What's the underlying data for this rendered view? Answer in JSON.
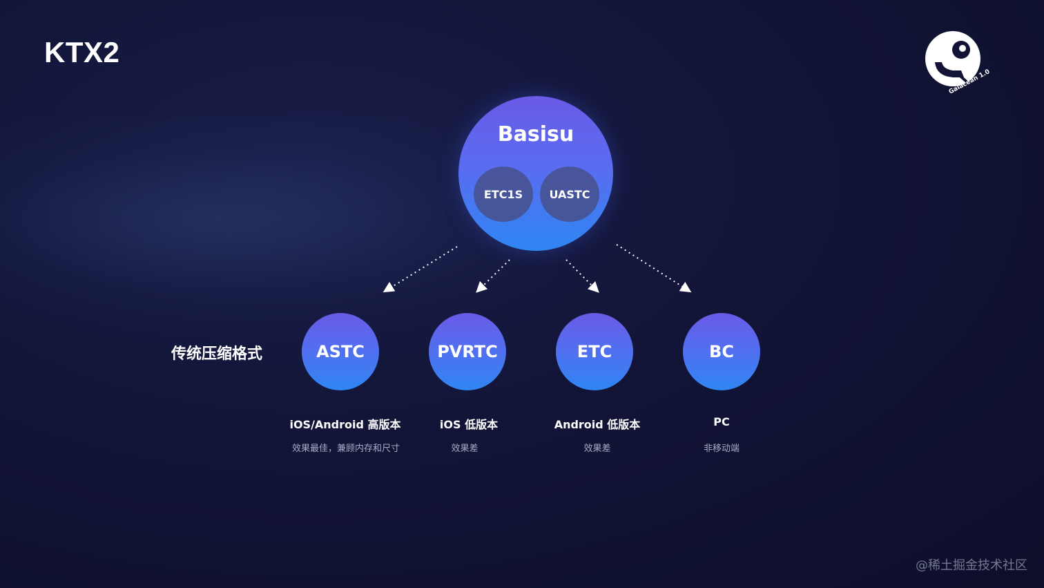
{
  "page_title": "KTX2",
  "logo": {
    "text": "Galacean 1.0"
  },
  "basis": {
    "label": "Basisu",
    "modes": [
      "ETC1S",
      "UASTC"
    ]
  },
  "row_label": "传统压缩格式",
  "formats": [
    {
      "name": "ASTC",
      "platform": "iOS/Android 高版本",
      "note": "效果最佳，兼顾内存和尺寸"
    },
    {
      "name": "PVRTC",
      "platform": "iOS 低版本",
      "note": "效果差"
    },
    {
      "name": "ETC",
      "platform": "Android 低版本",
      "note": "效果差"
    },
    {
      "name": "BC",
      "platform": "PC",
      "note": "非移动端"
    }
  ],
  "watermark": "@稀土掘金技术社区",
  "colors": {
    "background": "#121437",
    "circle_top": "#6a5ae6",
    "circle_bottom": "#2f86f2",
    "inner_circle": "#46508c",
    "caption_muted": "#a9adc8"
  }
}
